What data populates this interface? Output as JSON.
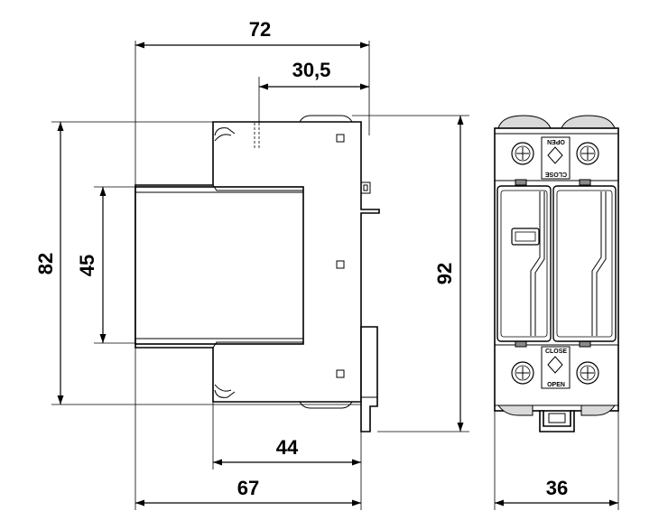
{
  "dimensions": {
    "overall_depth": "72",
    "front_offset": "30,5",
    "overall_height": "82",
    "front_height": "45",
    "rail_height": "92",
    "base_depth": "44",
    "module_depth": "67",
    "module_width": "36"
  },
  "front_view": {
    "label_open_top": "OPEN",
    "label_close_top": "CLOSE",
    "label_close_bottom": "CLOSE",
    "label_open_bottom": "OPEN"
  }
}
